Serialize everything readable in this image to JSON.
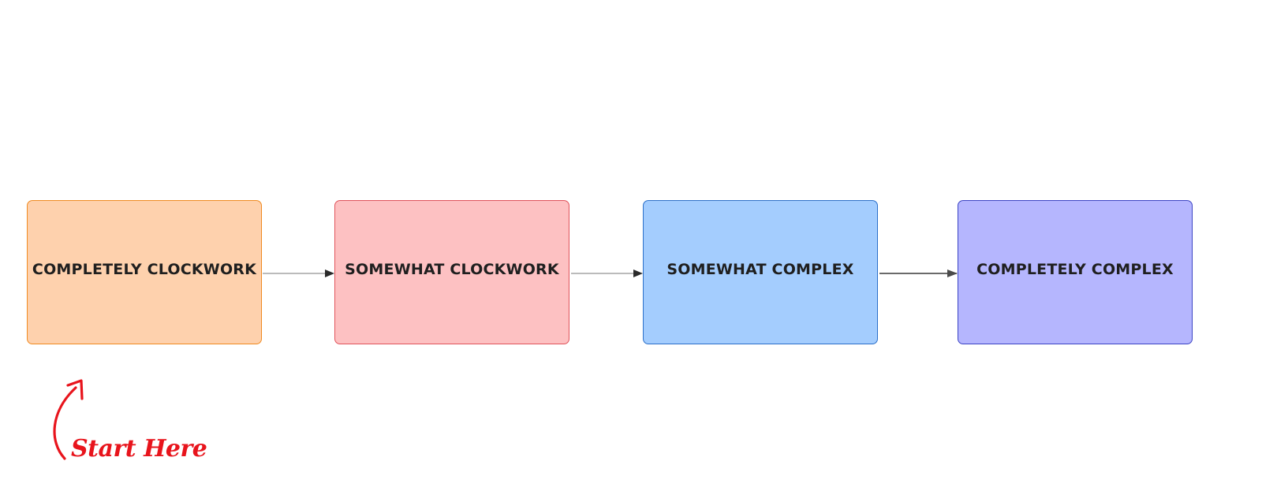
{
  "diagram": {
    "nodes": [
      {
        "id": "n1",
        "label": "COMPLETELY CLOCKWORK",
        "fill": "#fed1ad",
        "stroke": "#f08a20"
      },
      {
        "id": "n2",
        "label": "SOMEWHAT CLOCKWORK",
        "fill": "#fdc1c2",
        "stroke": "#e0525a"
      },
      {
        "id": "n3",
        "label": "SOMEWHAT COMPLEX",
        "fill": "#a4cdfe",
        "stroke": "#2b6fc9"
      },
      {
        "id": "n4",
        "label": "COMPLETELY COMPLEX",
        "fill": "#b5b6fe",
        "stroke": "#3b43c4"
      }
    ],
    "edges": [
      {
        "from": "n1",
        "to": "n2"
      },
      {
        "from": "n2",
        "to": "n3"
      },
      {
        "from": "n3",
        "to": "n4"
      }
    ],
    "annotation": {
      "text": "Start Here",
      "color": "#e8141c",
      "points_to": "n1"
    }
  }
}
